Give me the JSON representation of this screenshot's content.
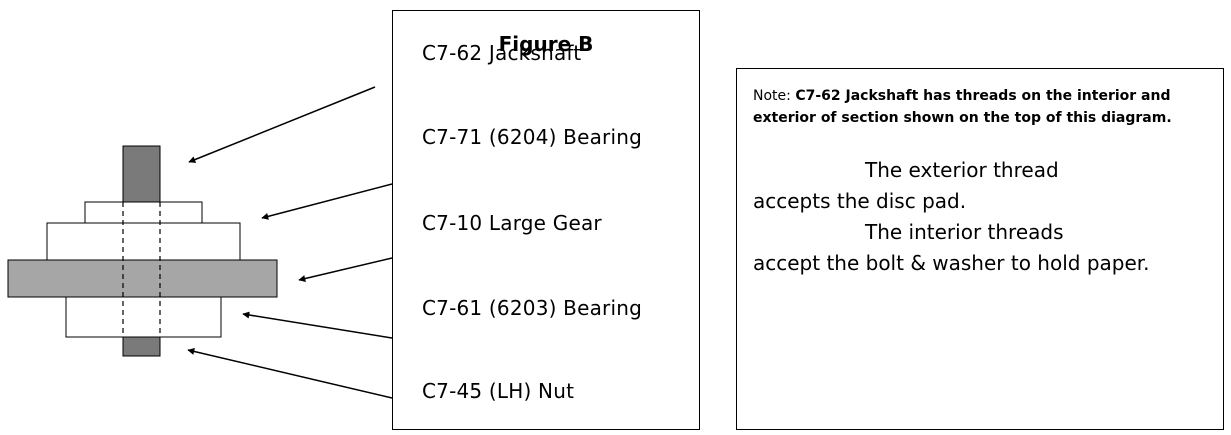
{
  "figure": {
    "title": "Figure B",
    "parts": [
      "C7-62 Jackshaft",
      "C7-71 (6204) Bearing",
      "C7-10 Large Gear",
      "C7-61 (6203) Bearing",
      "C7-45 (LH) Nut"
    ]
  },
  "note": {
    "prefix": "Note: ",
    "bold_text": "C7-62 Jackshaft has threads on the interior and exterior of section shown on the top of this diagram.",
    "line1_indent": "The exterior thread",
    "line1_rest": "accepts the disc pad.",
    "line2_indent": "The interior threads",
    "line2_rest": "accept the bolt & washer to hold paper."
  },
  "colors": {
    "dark_gray": "#7a7a7a",
    "mid_gray": "#a6a6a6",
    "outline": "#000000"
  }
}
